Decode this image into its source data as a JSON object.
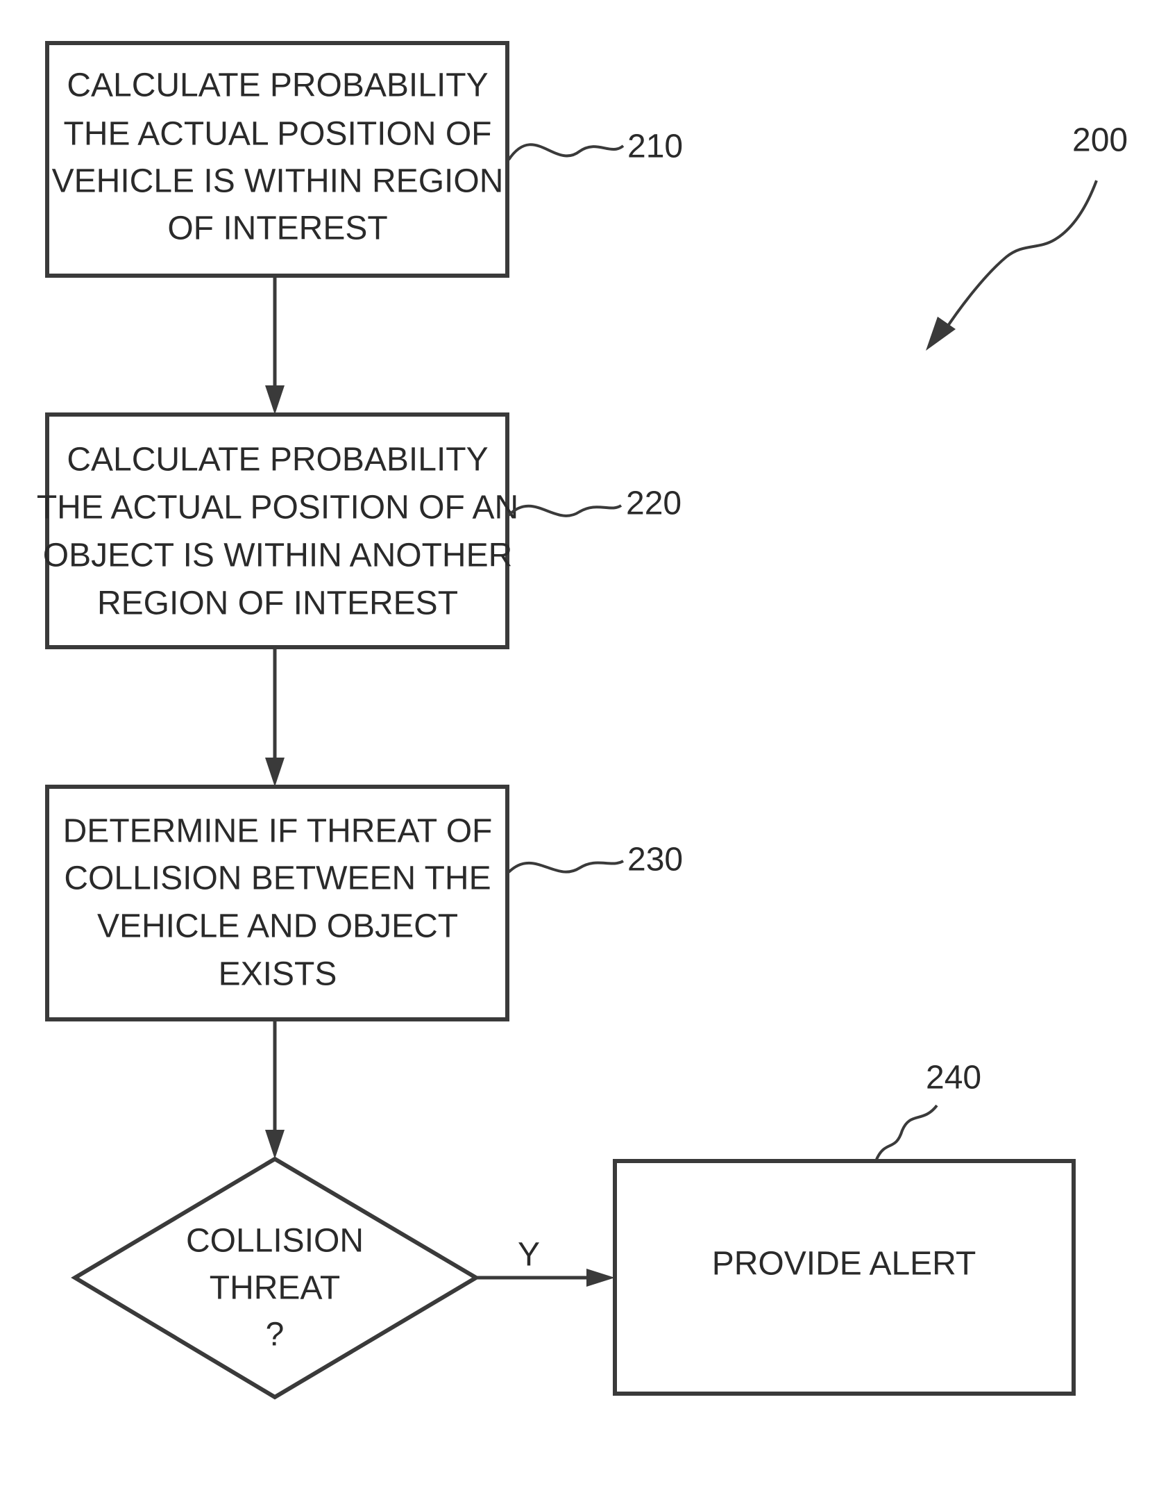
{
  "figure_number": "200",
  "steps": [
    {
      "ref": "210",
      "lines": [
        "CALCULATE PROBABILITY",
        "THE ACTUAL POSITION OF",
        "VEHICLE IS WITHIN REGION",
        "OF INTEREST"
      ]
    },
    {
      "ref": "220",
      "lines": [
        "CALCULATE PROBABILITY",
        "THE ACTUAL POSITION OF AN",
        "OBJECT IS WITHIN ANOTHER",
        "REGION OF INTEREST"
      ]
    },
    {
      "ref": "230",
      "lines": [
        "DETERMINE IF THREAT OF",
        "COLLISION BETWEEN THE",
        "VEHICLE AND OBJECT",
        "EXISTS"
      ]
    }
  ],
  "decision": {
    "lines": [
      "COLLISION",
      "THREAT",
      "?"
    ],
    "yes_label": "Y"
  },
  "alert": {
    "ref": "240",
    "label": "PROVIDE ALERT"
  },
  "colors": {
    "line": "#3a3a3a",
    "text": "#2a2a2a",
    "background": "#ffffff"
  }
}
